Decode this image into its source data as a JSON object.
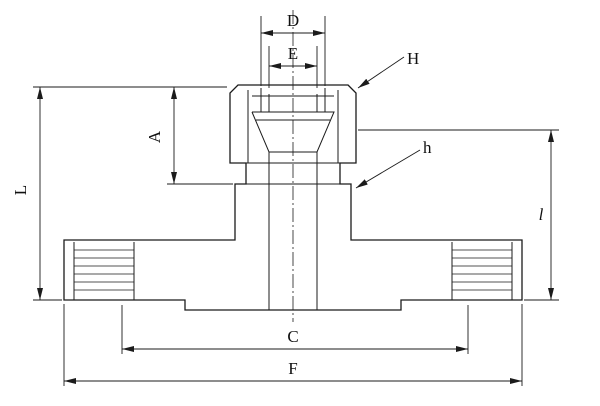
{
  "diagram": {
    "background": "#ffffff",
    "line_color": "#1b1b1b",
    "labels": {
      "D": "D",
      "E": "E",
      "H": "H",
      "A": "A",
      "h": "h",
      "L": "L",
      "l": "l",
      "C": "C",
      "F": "F"
    }
  }
}
